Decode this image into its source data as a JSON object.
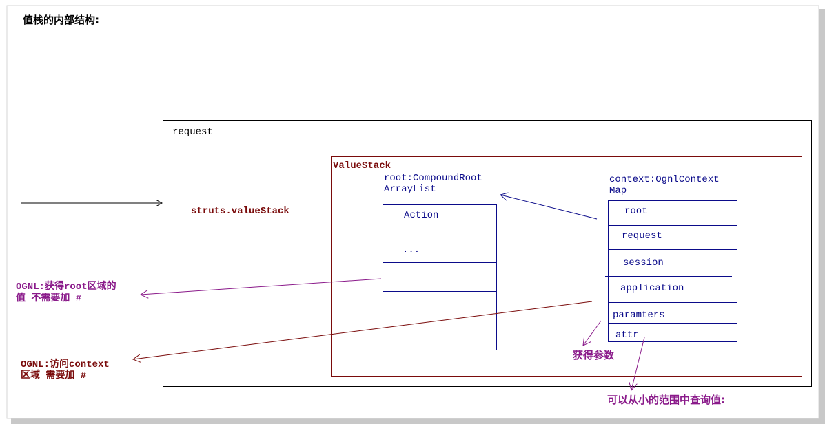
{
  "colors": {
    "black": "#000000",
    "navy": "#0b0b8a",
    "darkred": "#7a0b0b",
    "purple": "#8a1a8a"
  },
  "title": "值栈的内部结构:",
  "request_label": "request",
  "struts_value_stack": "struts.valueStack",
  "value_stack_label": "ValueStack",
  "root": {
    "label_line1": "root:CompoundRoot",
    "label_line2": "ArrayList",
    "rows": [
      "Action",
      "...",
      "",
      "",
      ""
    ]
  },
  "context": {
    "label_line1": "context:OgnlContext",
    "label_line2": "Map",
    "rows": [
      "root",
      "request",
      "session",
      "application",
      "paramters",
      "attr"
    ]
  },
  "annotations": {
    "ognl_root_line1": "OGNL:获得root区域的",
    "ognl_root_line2": "值 不需要加 #",
    "ognl_context_line1": "OGNL:访问context",
    "ognl_context_line2": "区域 需要加 #",
    "get_params": "获得参数",
    "search_order": "可以从小的范围中查询值:"
  }
}
